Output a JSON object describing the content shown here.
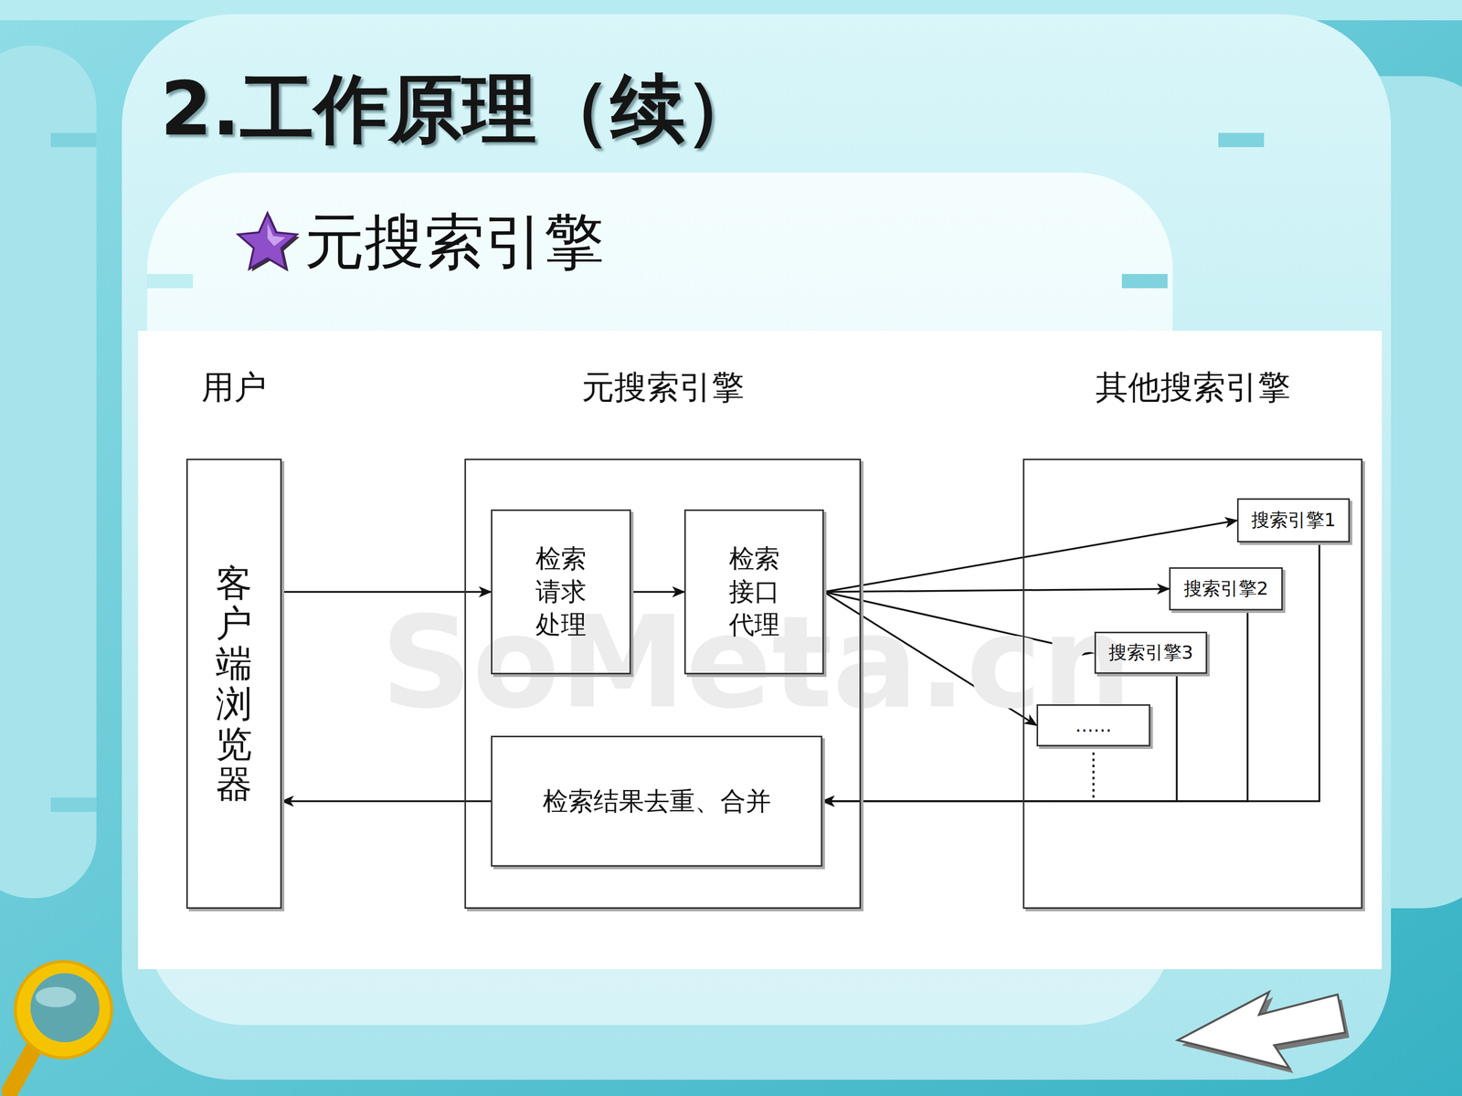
{
  "diagram": {
    "title": "2.工作原理（续）",
    "nodes": [
      {
        "text": [
          "用户",
          "客户端浏览器"
        ]
      },
      {
        "text": [
          "元搜索引擎"
        ]
      },
      {
        "text": [
          "检索请求处理"
        ],
        "in": 1
      },
      {
        "text": [
          "检索接口代理"
        ],
        "in": 1
      },
      {
        "text": [
          "检索结果去重、合并"
        ],
        "in": 1
      },
      {
        "text": [
          "其他搜索引擎"
        ]
      },
      {
        "text": [
          "搜索引擎1"
        ],
        "in": 5
      },
      {
        "text": [
          "搜索引擎2"
        ],
        "in": 5
      },
      {
        "text": [
          "搜索引擎3"
        ],
        "in": 5
      },
      {
        "text": [
          "……"
        ],
        "in": 5
      }
    ],
    "edges": [
      {
        "from": 0,
        "to": 2,
        "arrow": "to"
      },
      {
        "from": 2,
        "to": 3,
        "arrow": "to"
      },
      {
        "from": 3,
        "to": 6,
        "arrow": "to"
      },
      {
        "from": 3,
        "to": 7,
        "arrow": "to"
      },
      {
        "from": 3,
        "to": 8,
        "arrow": "to"
      },
      {
        "from": 3,
        "to": 9,
        "arrow": "to"
      },
      {
        "from": 6,
        "to": 4,
        "arrow": "to"
      },
      {
        "from": 7,
        "to": 4,
        "arrow": "to"
      },
      {
        "from": 8,
        "to": 4,
        "arrow": "to"
      },
      {
        "from": 9,
        "to": 4,
        "arrow": "to"
      },
      {
        "from": 4,
        "to": 0,
        "arrow": "to"
      }
    ],
    "labels": [
      "元搜索引擎",
      "SoMeta.cn"
    ]
  }
}
